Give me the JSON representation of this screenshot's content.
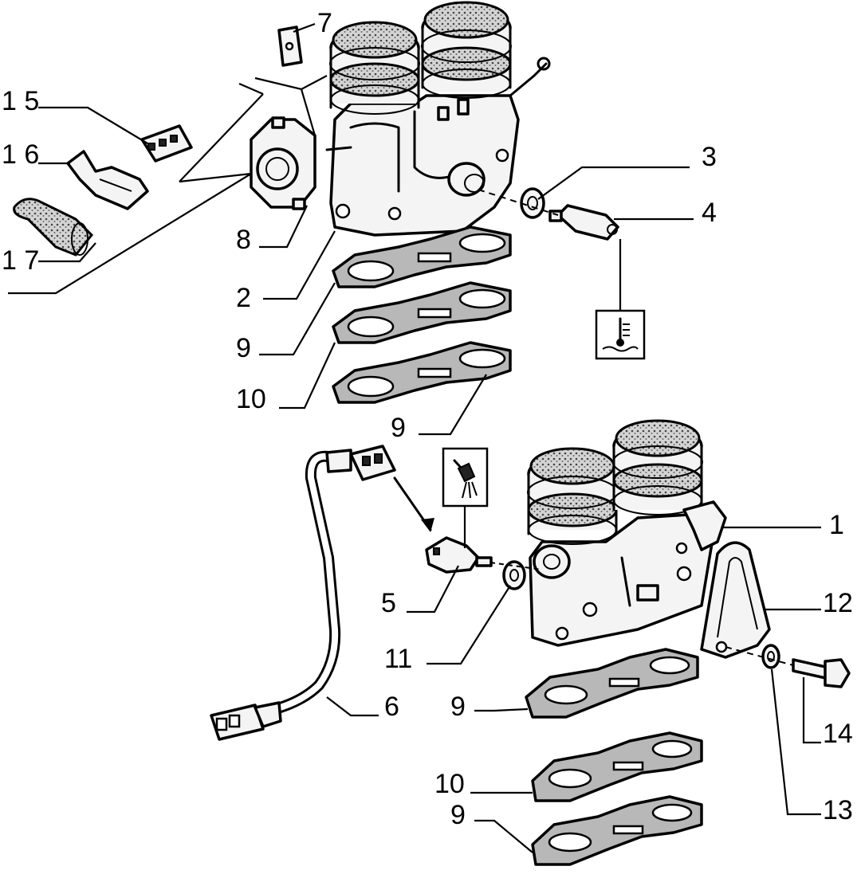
{
  "callouts": [
    {
      "id": "c1",
      "text": "1"
    },
    {
      "id": "c2",
      "text": "2"
    },
    {
      "id": "c3",
      "text": "3"
    },
    {
      "id": "c4",
      "text": "4"
    },
    {
      "id": "c5",
      "text": "5"
    },
    {
      "id": "c6",
      "text": "6"
    },
    {
      "id": "c7",
      "text": "7"
    },
    {
      "id": "c8",
      "text": "8"
    },
    {
      "id": "c9a",
      "text": "9"
    },
    {
      "id": "c9b",
      "text": "9"
    },
    {
      "id": "c9c",
      "text": "9"
    },
    {
      "id": "c9d",
      "text": "9"
    },
    {
      "id": "c10a",
      "text": "10"
    },
    {
      "id": "c10b",
      "text": "10"
    },
    {
      "id": "c11",
      "text": "11"
    },
    {
      "id": "c12",
      "text": "12"
    },
    {
      "id": "c13",
      "text": "13"
    },
    {
      "id": "c14",
      "text": "14"
    },
    {
      "id": "c15",
      "text": "1 5"
    },
    {
      "id": "c16",
      "text": "1 6"
    },
    {
      "id": "c17",
      "text": "1 7"
    }
  ],
  "icons": {
    "coolant_temp": "coolant-temperature-icon",
    "sensor": "temperature-sensor-icon"
  },
  "colors": {
    "ink": "#000000",
    "paper": "#ffffff",
    "stipple": "#b8b8b8"
  }
}
